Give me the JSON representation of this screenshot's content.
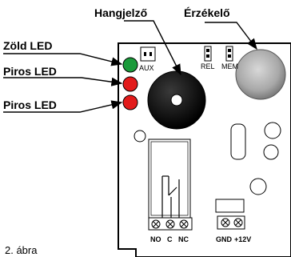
{
  "labels": {
    "buzzer": "Hangjelző",
    "sensor": "Érzékelő",
    "green_led": "Zöld LED",
    "red_led_1": "Piros LED",
    "red_led_2": "Piros LED"
  },
  "board": {
    "aux": "AUX",
    "rel": "REL",
    "mem": "MEM",
    "relay_terminals": [
      "NO",
      "C",
      "NC"
    ],
    "power_terminals": [
      "GND",
      "+12V"
    ]
  },
  "colors": {
    "green_led": "#1a9a3a",
    "red_led": "#e21b1b",
    "buzzer": "#000000",
    "sensor": "#a8a8a8"
  },
  "caption": "2. ábra"
}
